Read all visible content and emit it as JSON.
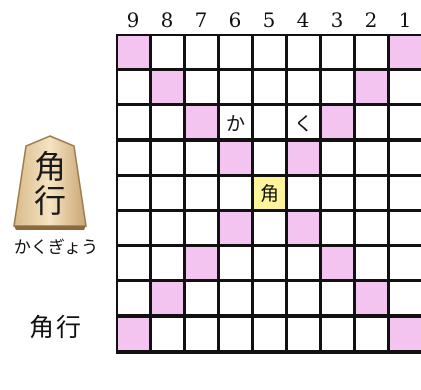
{
  "column_labels": [
    "9",
    "8",
    "7",
    "6",
    "5",
    "4",
    "3",
    "2",
    "1"
  ],
  "piece": {
    "icon_text_top": "角",
    "icon_text_bottom": "行",
    "reading": "かくぎょう",
    "name": "角行"
  },
  "colors": {
    "move_highlight": "#f3c4ef",
    "piece_highlight": "#fff59a",
    "grid": "#111111",
    "piece_face": "#f2dcb4"
  },
  "board": {
    "cols": 9,
    "rows": 9,
    "cells": [
      {
        "col": 0,
        "row": 0,
        "type": "pink"
      },
      {
        "col": 8,
        "row": 0,
        "type": "pink"
      },
      {
        "col": 1,
        "row": 1,
        "type": "pink"
      },
      {
        "col": 7,
        "row": 1,
        "type": "pink"
      },
      {
        "col": 2,
        "row": 2,
        "type": "pink"
      },
      {
        "col": 3,
        "row": 2,
        "type": "text",
        "text": "か"
      },
      {
        "col": 5,
        "row": 2,
        "type": "text",
        "text": "く"
      },
      {
        "col": 6,
        "row": 2,
        "type": "pink"
      },
      {
        "col": 3,
        "row": 3,
        "type": "pink"
      },
      {
        "col": 5,
        "row": 3,
        "type": "pink"
      },
      {
        "col": 4,
        "row": 4,
        "type": "yellow",
        "text": "角"
      },
      {
        "col": 3,
        "row": 5,
        "type": "pink"
      },
      {
        "col": 5,
        "row": 5,
        "type": "pink"
      },
      {
        "col": 2,
        "row": 6,
        "type": "pink"
      },
      {
        "col": 6,
        "row": 6,
        "type": "pink"
      },
      {
        "col": 1,
        "row": 7,
        "type": "pink"
      },
      {
        "col": 7,
        "row": 7,
        "type": "pink"
      },
      {
        "col": 0,
        "row": 8,
        "type": "pink"
      },
      {
        "col": 8,
        "row": 8,
        "type": "pink"
      }
    ]
  }
}
